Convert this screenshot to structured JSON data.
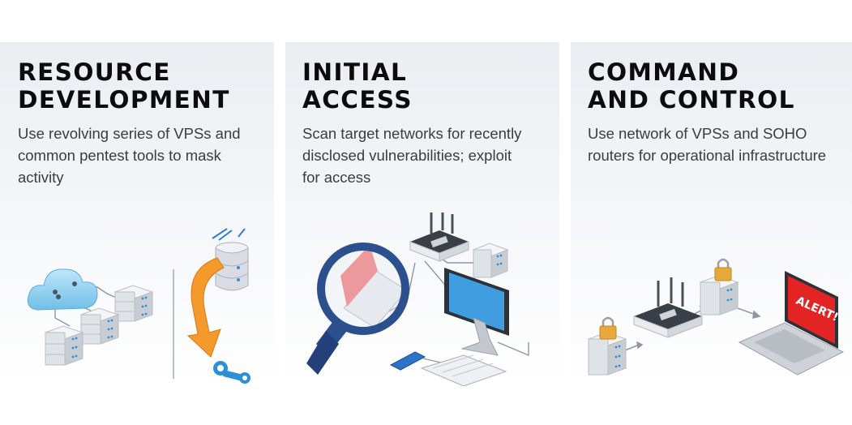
{
  "stages": [
    {
      "title_lines": [
        "RESOURCE",
        "DEVELOPMENT"
      ],
      "description_lines": [
        "Use revolving series of VPSs and",
        "common pentest tools to mask",
        "activity"
      ]
    },
    {
      "title_lines": [
        "INITIAL",
        "ACCESS"
      ],
      "description_lines": [
        "Scan target networks for recently",
        "disclosed vulnerabilities; exploit",
        "for access"
      ]
    },
    {
      "title_lines": [
        "COMMAND",
        "AND CONTROL"
      ],
      "description_lines": [
        "Use network of VPSs and SOHO",
        "routers for operational infrastructure"
      ]
    }
  ],
  "alert_text": "ALERT!",
  "icons": [
    "cloud-icon",
    "server-rack-icon",
    "database-icon",
    "arrow-icon",
    "wrench-icon",
    "magnifier-icon",
    "router-icon",
    "monitor-icon",
    "keyboard-icon",
    "phone-icon",
    "laptop-icon",
    "padlock-icon"
  ],
  "colors": {
    "title": "#0c0c0e",
    "text": "#3c3c40",
    "cloud": "#8fd0f2",
    "magnifier": "#2c4f8e",
    "arrow": "#f39a2b",
    "alert": "#e32424",
    "lock": "#e6a93c"
  }
}
